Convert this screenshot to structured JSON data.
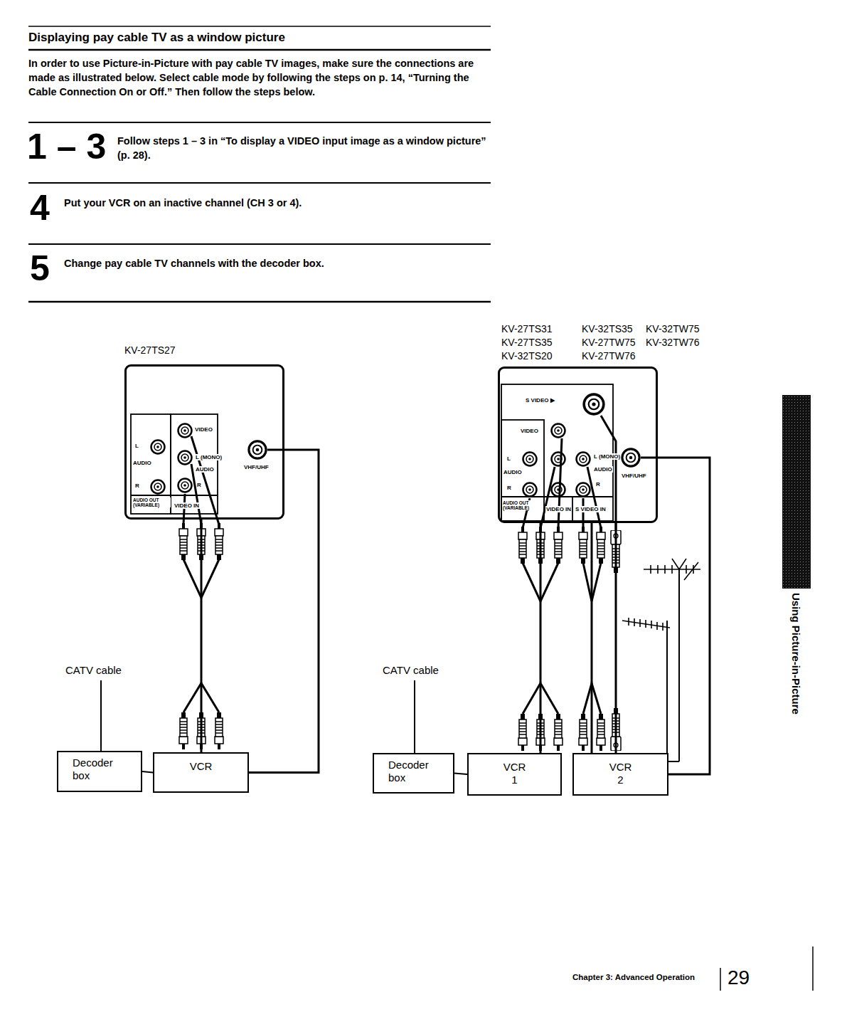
{
  "diagram": {
    "title": "Displaying pay cable TV as a window picture",
    "nodes": [
      {
        "text": [
          "VIDEO",
          "L",
          "AUDIO",
          "R",
          "AUDIO OUT (VARIABLE)",
          "L (MONO)",
          "AUDIO",
          "R",
          "VIDEO IN",
          "VHF/UHF"
        ]
      },
      {
        "text": [
          "Decoder box"
        ]
      },
      {
        "text": [
          "VCR"
        ]
      },
      {
        "text": [
          "S VIDEO ▶",
          "VIDEO",
          "L",
          "AUDIO",
          "R",
          "AUDIO OUT (VARIABLE)",
          "L (MONO)",
          "AUDIO",
          "R",
          "VIDEO IN",
          "S VIDEO IN",
          "VHF/UHF"
        ]
      },
      {
        "text": [
          "Decoder box"
        ]
      },
      {
        "text": [
          "VCR 1"
        ]
      },
      {
        "text": [
          "VCR 2"
        ]
      }
    ],
    "edges": [
      {
        "from": 1,
        "to": 2,
        "arrow": "none"
      },
      {
        "from": 2,
        "to": 0,
        "arrow": "none"
      },
      {
        "from": 2,
        "to": 0,
        "arrow": "none"
      },
      {
        "from": 4,
        "to": 5,
        "arrow": "none"
      },
      {
        "from": 5,
        "to": 3,
        "arrow": "none"
      },
      {
        "from": 6,
        "to": 3,
        "arrow": "none"
      },
      {
        "from": 6,
        "to": 3,
        "arrow": "none"
      },
      {
        "from": 6,
        "to": 3,
        "arrow": "none"
      }
    ],
    "labels": [
      "In order to use Picture-in-Picture with pay cable TV images, make sure the connections are made as illustrated below. Select cable mode by following the steps on p. 14, “Turning the Cable Connection On or Off.” Then follow the steps below.",
      "1 – 3",
      "Follow steps 1 – 3 in “To display a VIDEO input image as a window picture” (p. 28).",
      "4",
      "Put your VCR on an inactive channel (CH 3 or 4).",
      "5",
      "Change pay cable TV channels with the decoder box.",
      "KV-27TS27",
      "CATV cable",
      "KV-27TS31",
      "KV-32TS35",
      "KV-32TW75",
      "KV-27TS35",
      "KV-27TW75",
      "KV-32TW76",
      "KV-32TS20",
      "KV-27TW76",
      "CATV cable",
      "Using Picture-in-Picture",
      "Chapter 3: Advanced Operation",
      "29"
    ]
  }
}
